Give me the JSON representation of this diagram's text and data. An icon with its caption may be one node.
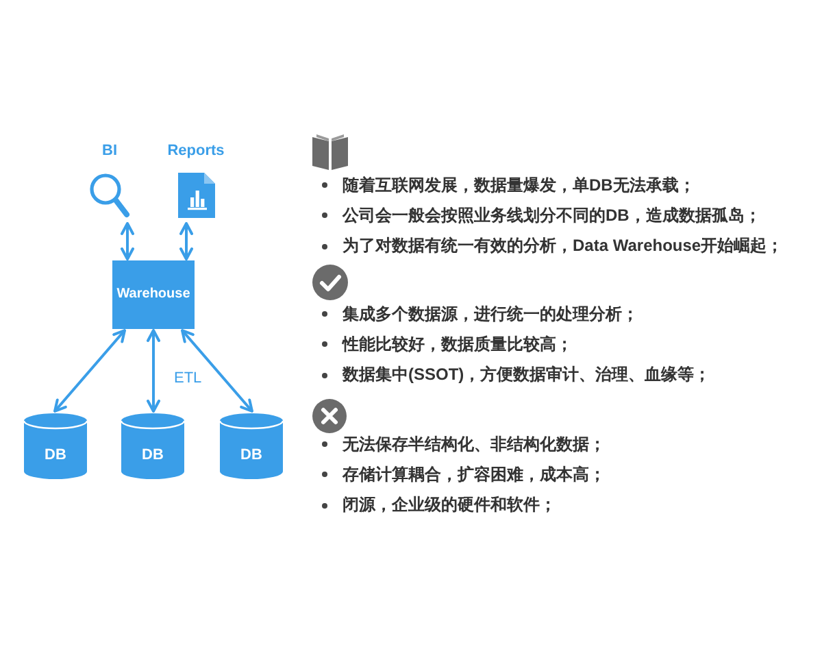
{
  "diagram": {
    "nodes": [
      {
        "text": [
          "BI"
        ]
      },
      {
        "text": [
          "Reports"
        ]
      },
      {
        "text": [
          "Warehouse"
        ]
      },
      {
        "text": [
          "DB"
        ]
      },
      {
        "text": [
          "DB"
        ]
      },
      {
        "text": [
          "DB"
        ]
      }
    ],
    "edges": [
      {
        "from": 0,
        "to": 2,
        "arrow": "both"
      },
      {
        "from": 1,
        "to": 2,
        "arrow": "both"
      },
      {
        "from": 2,
        "to": 3,
        "arrow": "both"
      },
      {
        "from": 2,
        "to": 4,
        "arrow": "both",
        "label": "ETL"
      },
      {
        "from": 2,
        "to": 5,
        "arrow": "both"
      }
    ],
    "labels": [
      "随着互联网发展，数据量爆发，单DB无法承载；",
      "公司会一般会按照业务线划分不同的DB，造成数据孤岛；",
      "为了对数据有统一有效的分析，Data Warehouse开始崛起；",
      "集成多个数据源，进行统一的处理分析；",
      "性能比较好，数据质量比较高；",
      "数据集中(SSOT)，方便数据审计、治理、血缘等；",
      "无法保存半结构化、非结构化数据；",
      "存储计算耦合，扩容困难，成本高；",
      "闭源，企业级的硬件和软件；"
    ]
  }
}
